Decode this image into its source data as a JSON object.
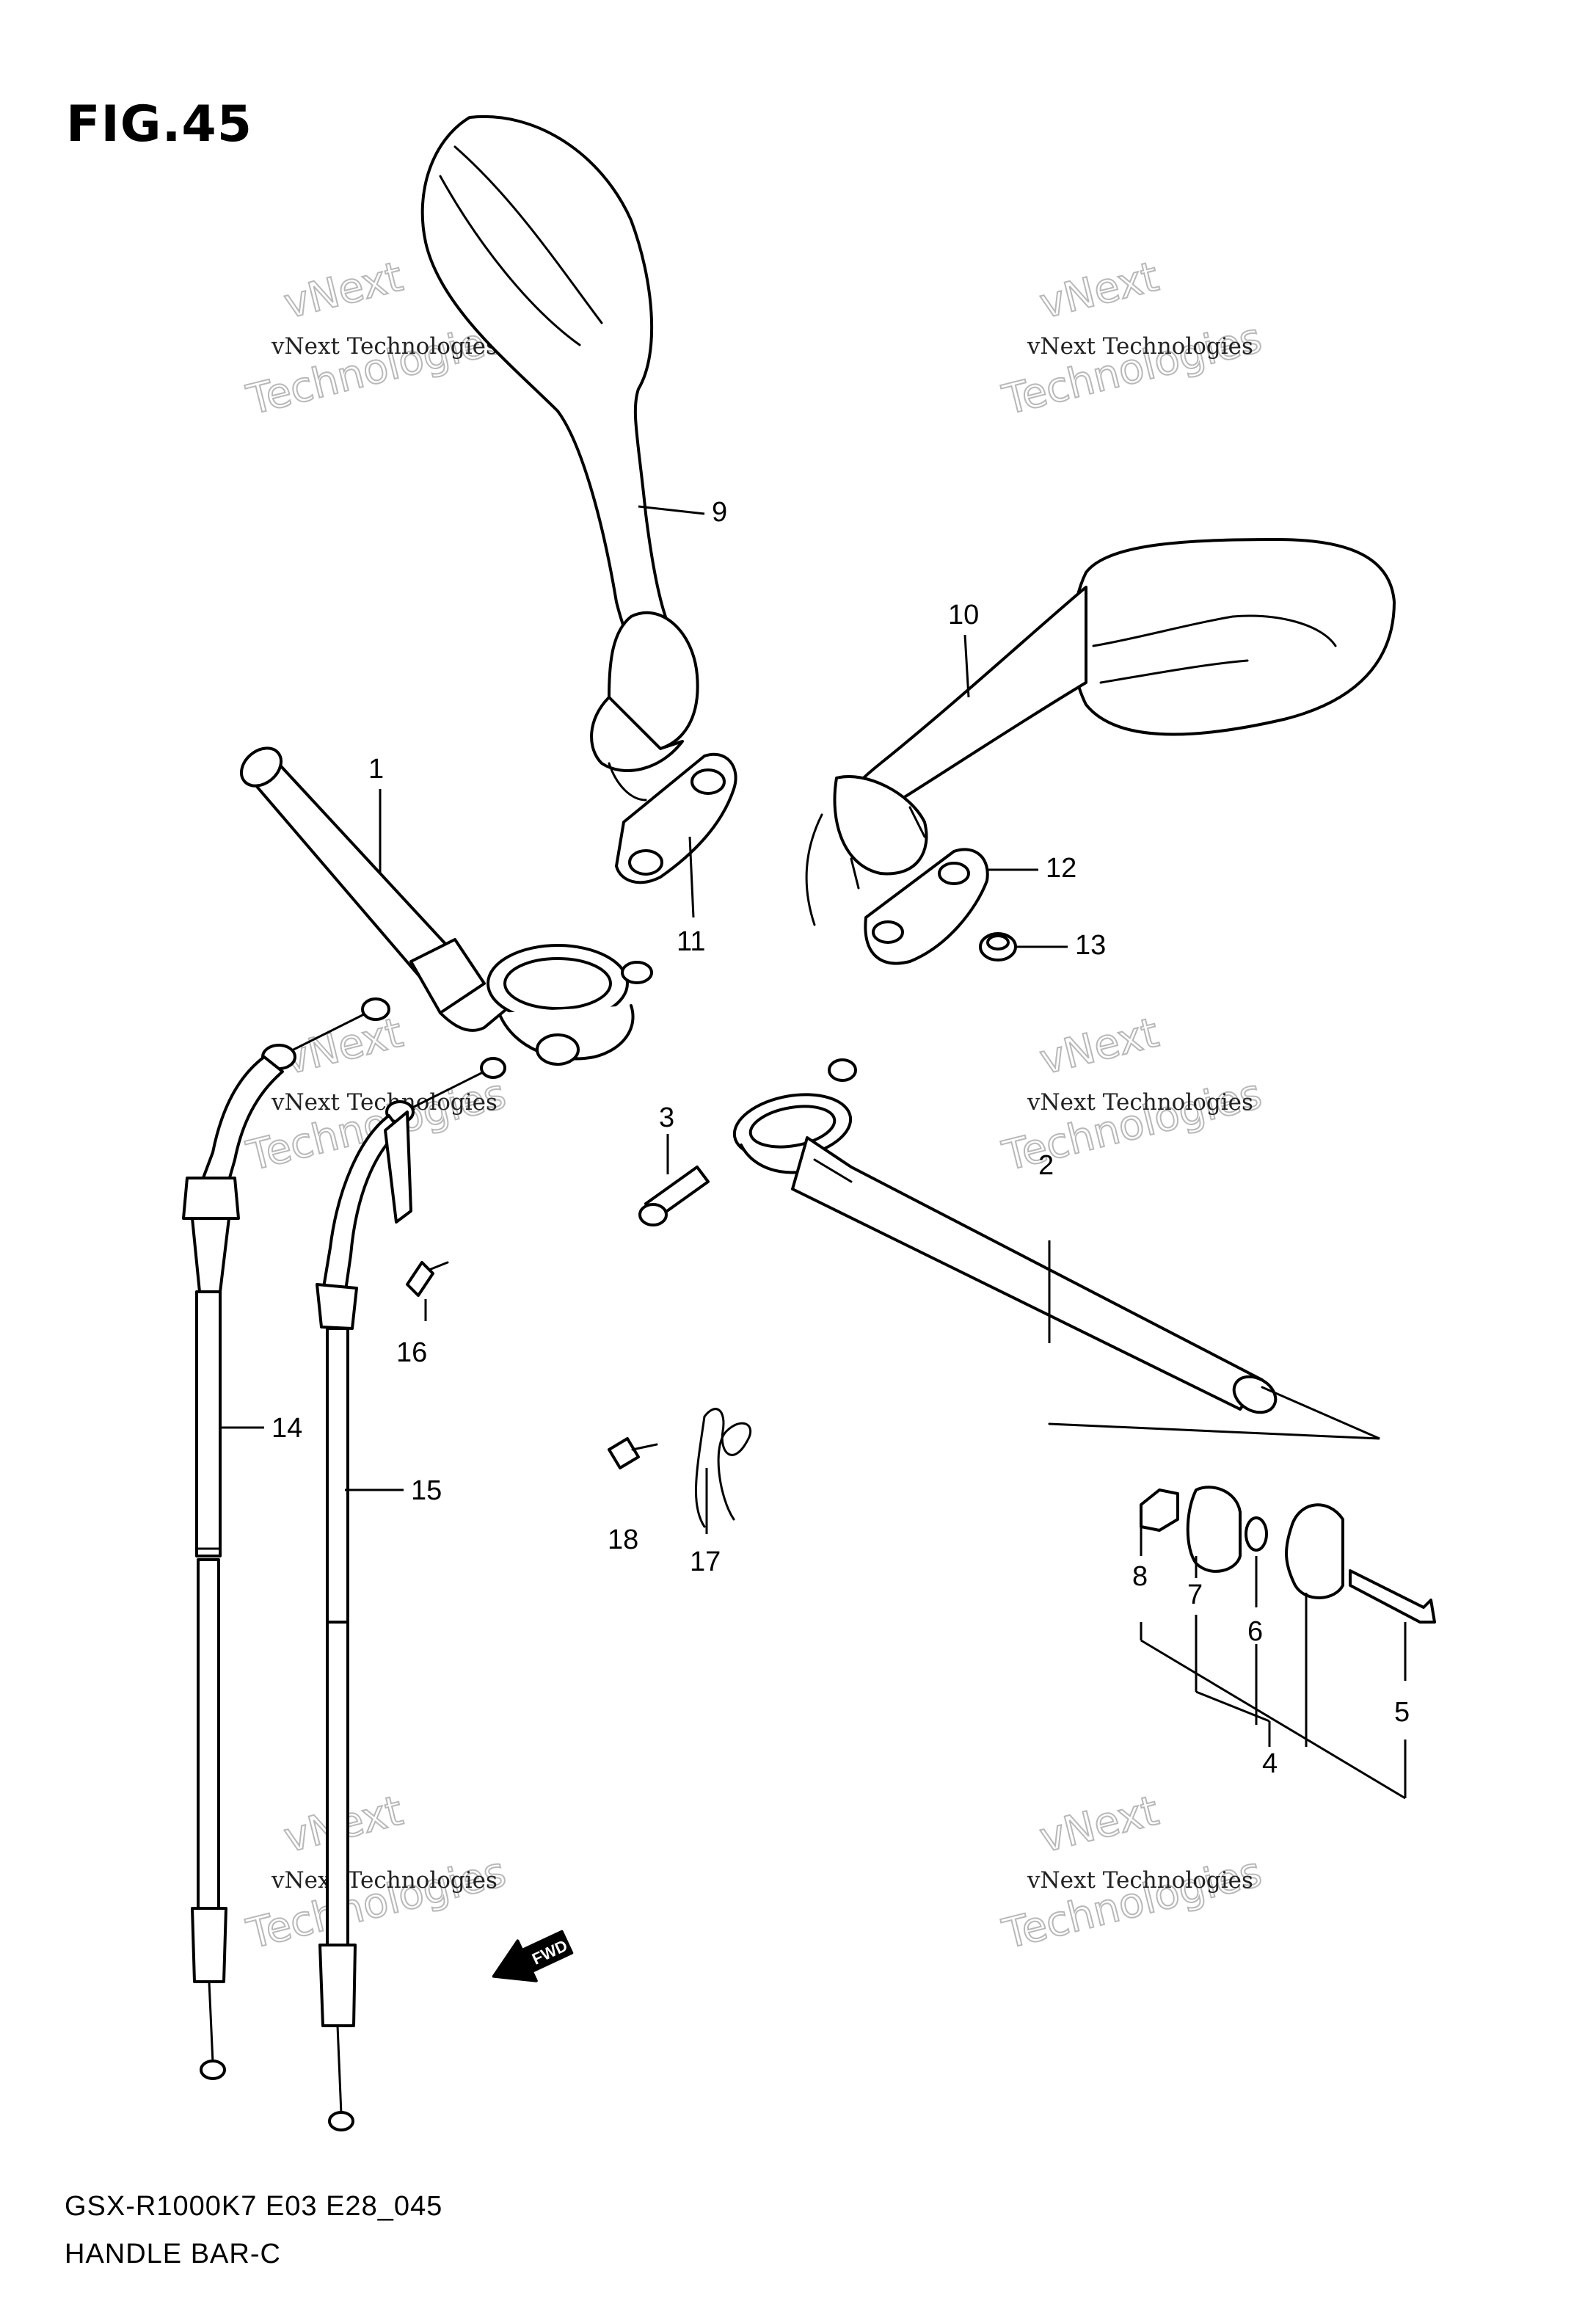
{
  "figure": {
    "title": "FIG.45",
    "model_code": "GSX-R1000K7 E03 E28_045",
    "name": "HANDLE BAR-C"
  },
  "callouts": [
    "1",
    "2",
    "3",
    "4",
    "5",
    "6",
    "7",
    "8",
    "9",
    "10",
    "11",
    "12",
    "13",
    "14",
    "15",
    "16",
    "17",
    "18"
  ],
  "fwd_label": "FWD",
  "watermark": {
    "line1": "vNext Technologies",
    "line2": "vNext",
    "line3": "Technologies"
  }
}
